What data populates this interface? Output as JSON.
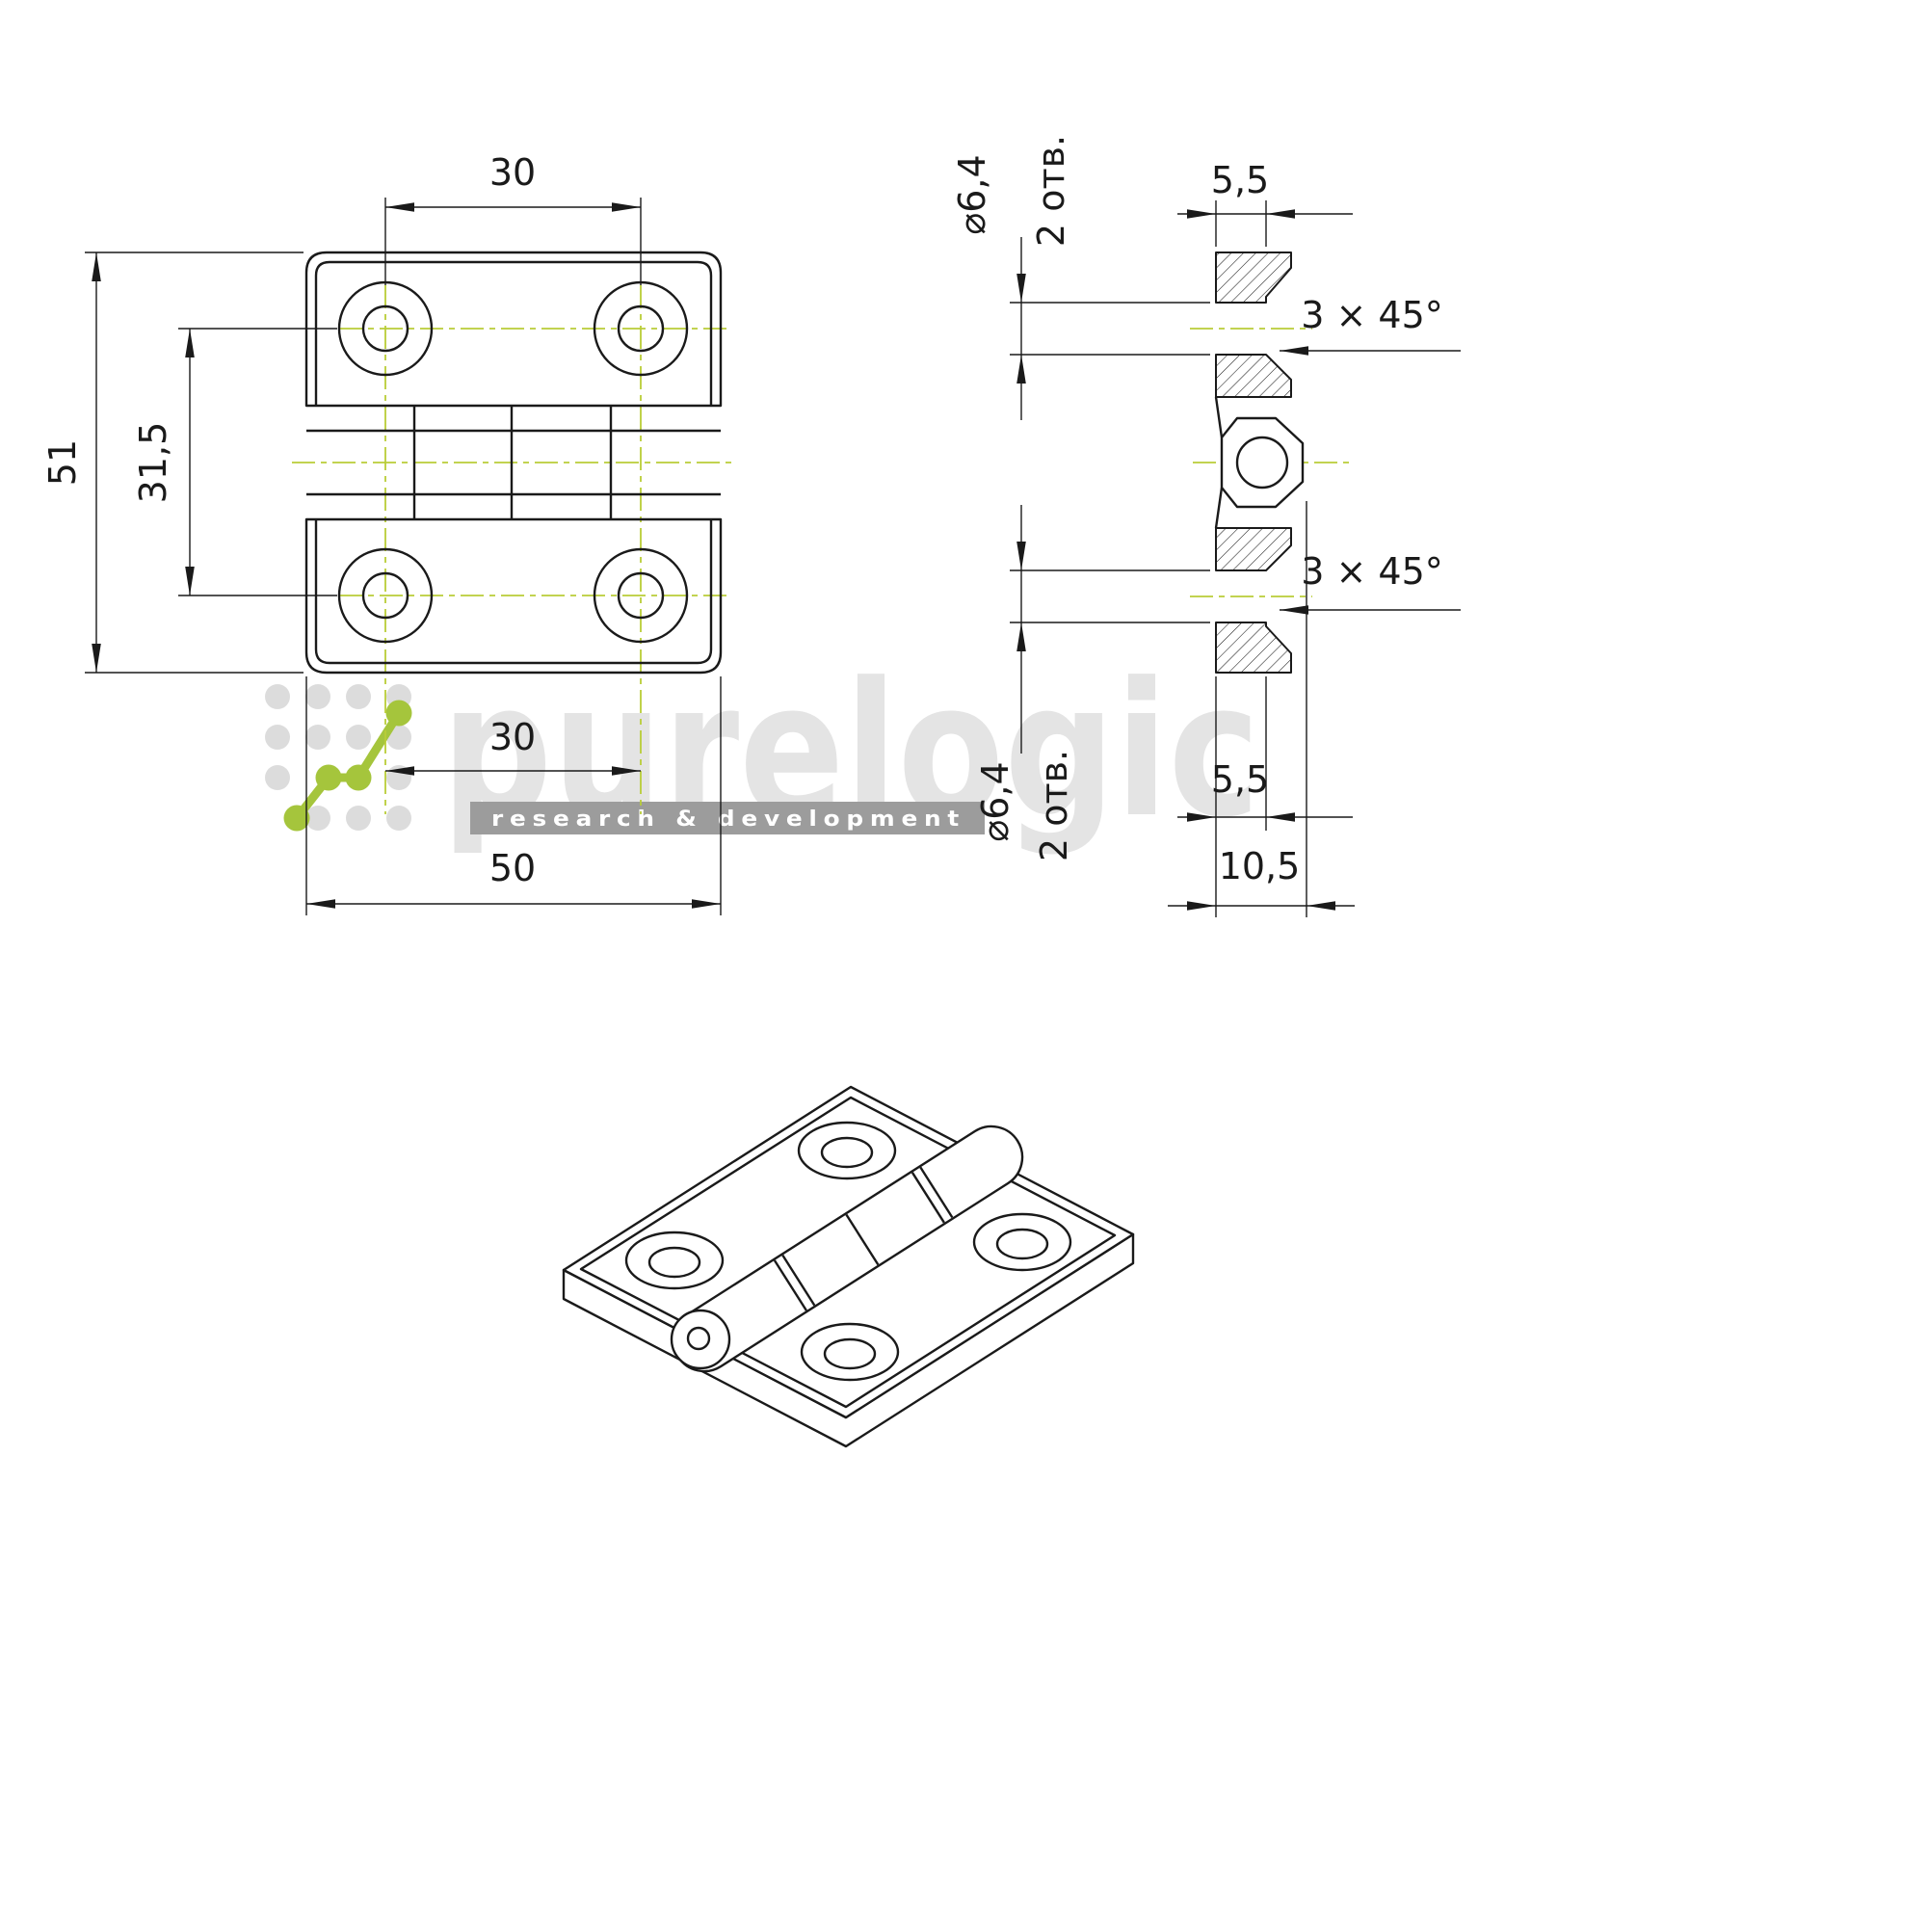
{
  "views": {
    "front": {
      "dim_top_hole_spacing": "30",
      "dim_overall_height": "51",
      "dim_vertical_hole_spacing": "31,5",
      "dim_bottom_hole_spacing": "30",
      "dim_overall_width": "50"
    },
    "side": {
      "dim_leaf_thickness_top": "5,5",
      "dim_hole_diameter_top": "⌀6,4",
      "dim_hole_count_top": "2 отв.",
      "dim_chamfer_upper": "3 × 45°",
      "dim_chamfer_lower": "3 × 45°",
      "dim_leaf_thickness_bottom": "5,5",
      "dim_overall_thickness": "10,5",
      "dim_hole_diameter_bottom": "⌀6,4",
      "dim_hole_count_bottom": "2 отв."
    }
  },
  "watermark": {
    "brand": "purelogic",
    "tagline": "research & development"
  },
  "colors": {
    "line": "#1a1a1a",
    "centerline": "#b9cd37",
    "logo_green": "#a5c53c",
    "watermark_gray": "#e4e4e4",
    "tagline_bar": "#9c9c9c"
  }
}
